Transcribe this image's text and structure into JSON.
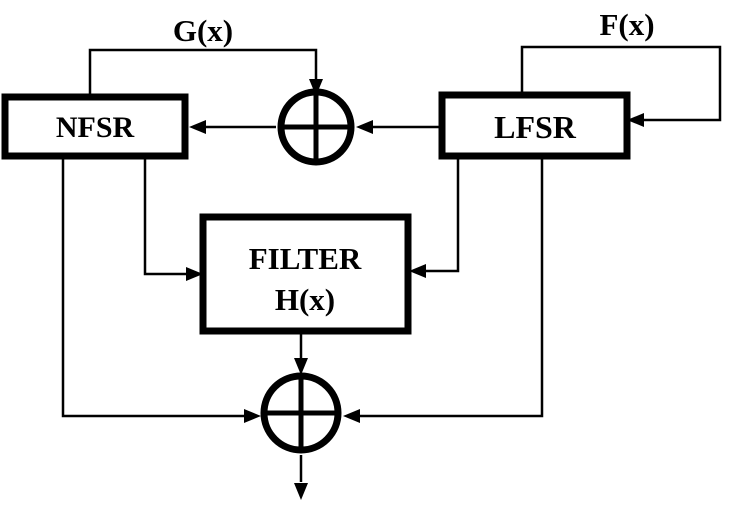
{
  "blocks": {
    "nfsr": "NFSR",
    "lfsr": "LFSR",
    "filter_line1": "FILTER",
    "filter_line2": "H(x)"
  },
  "functions": {
    "g": "G(x)",
    "f": "F(x)"
  }
}
